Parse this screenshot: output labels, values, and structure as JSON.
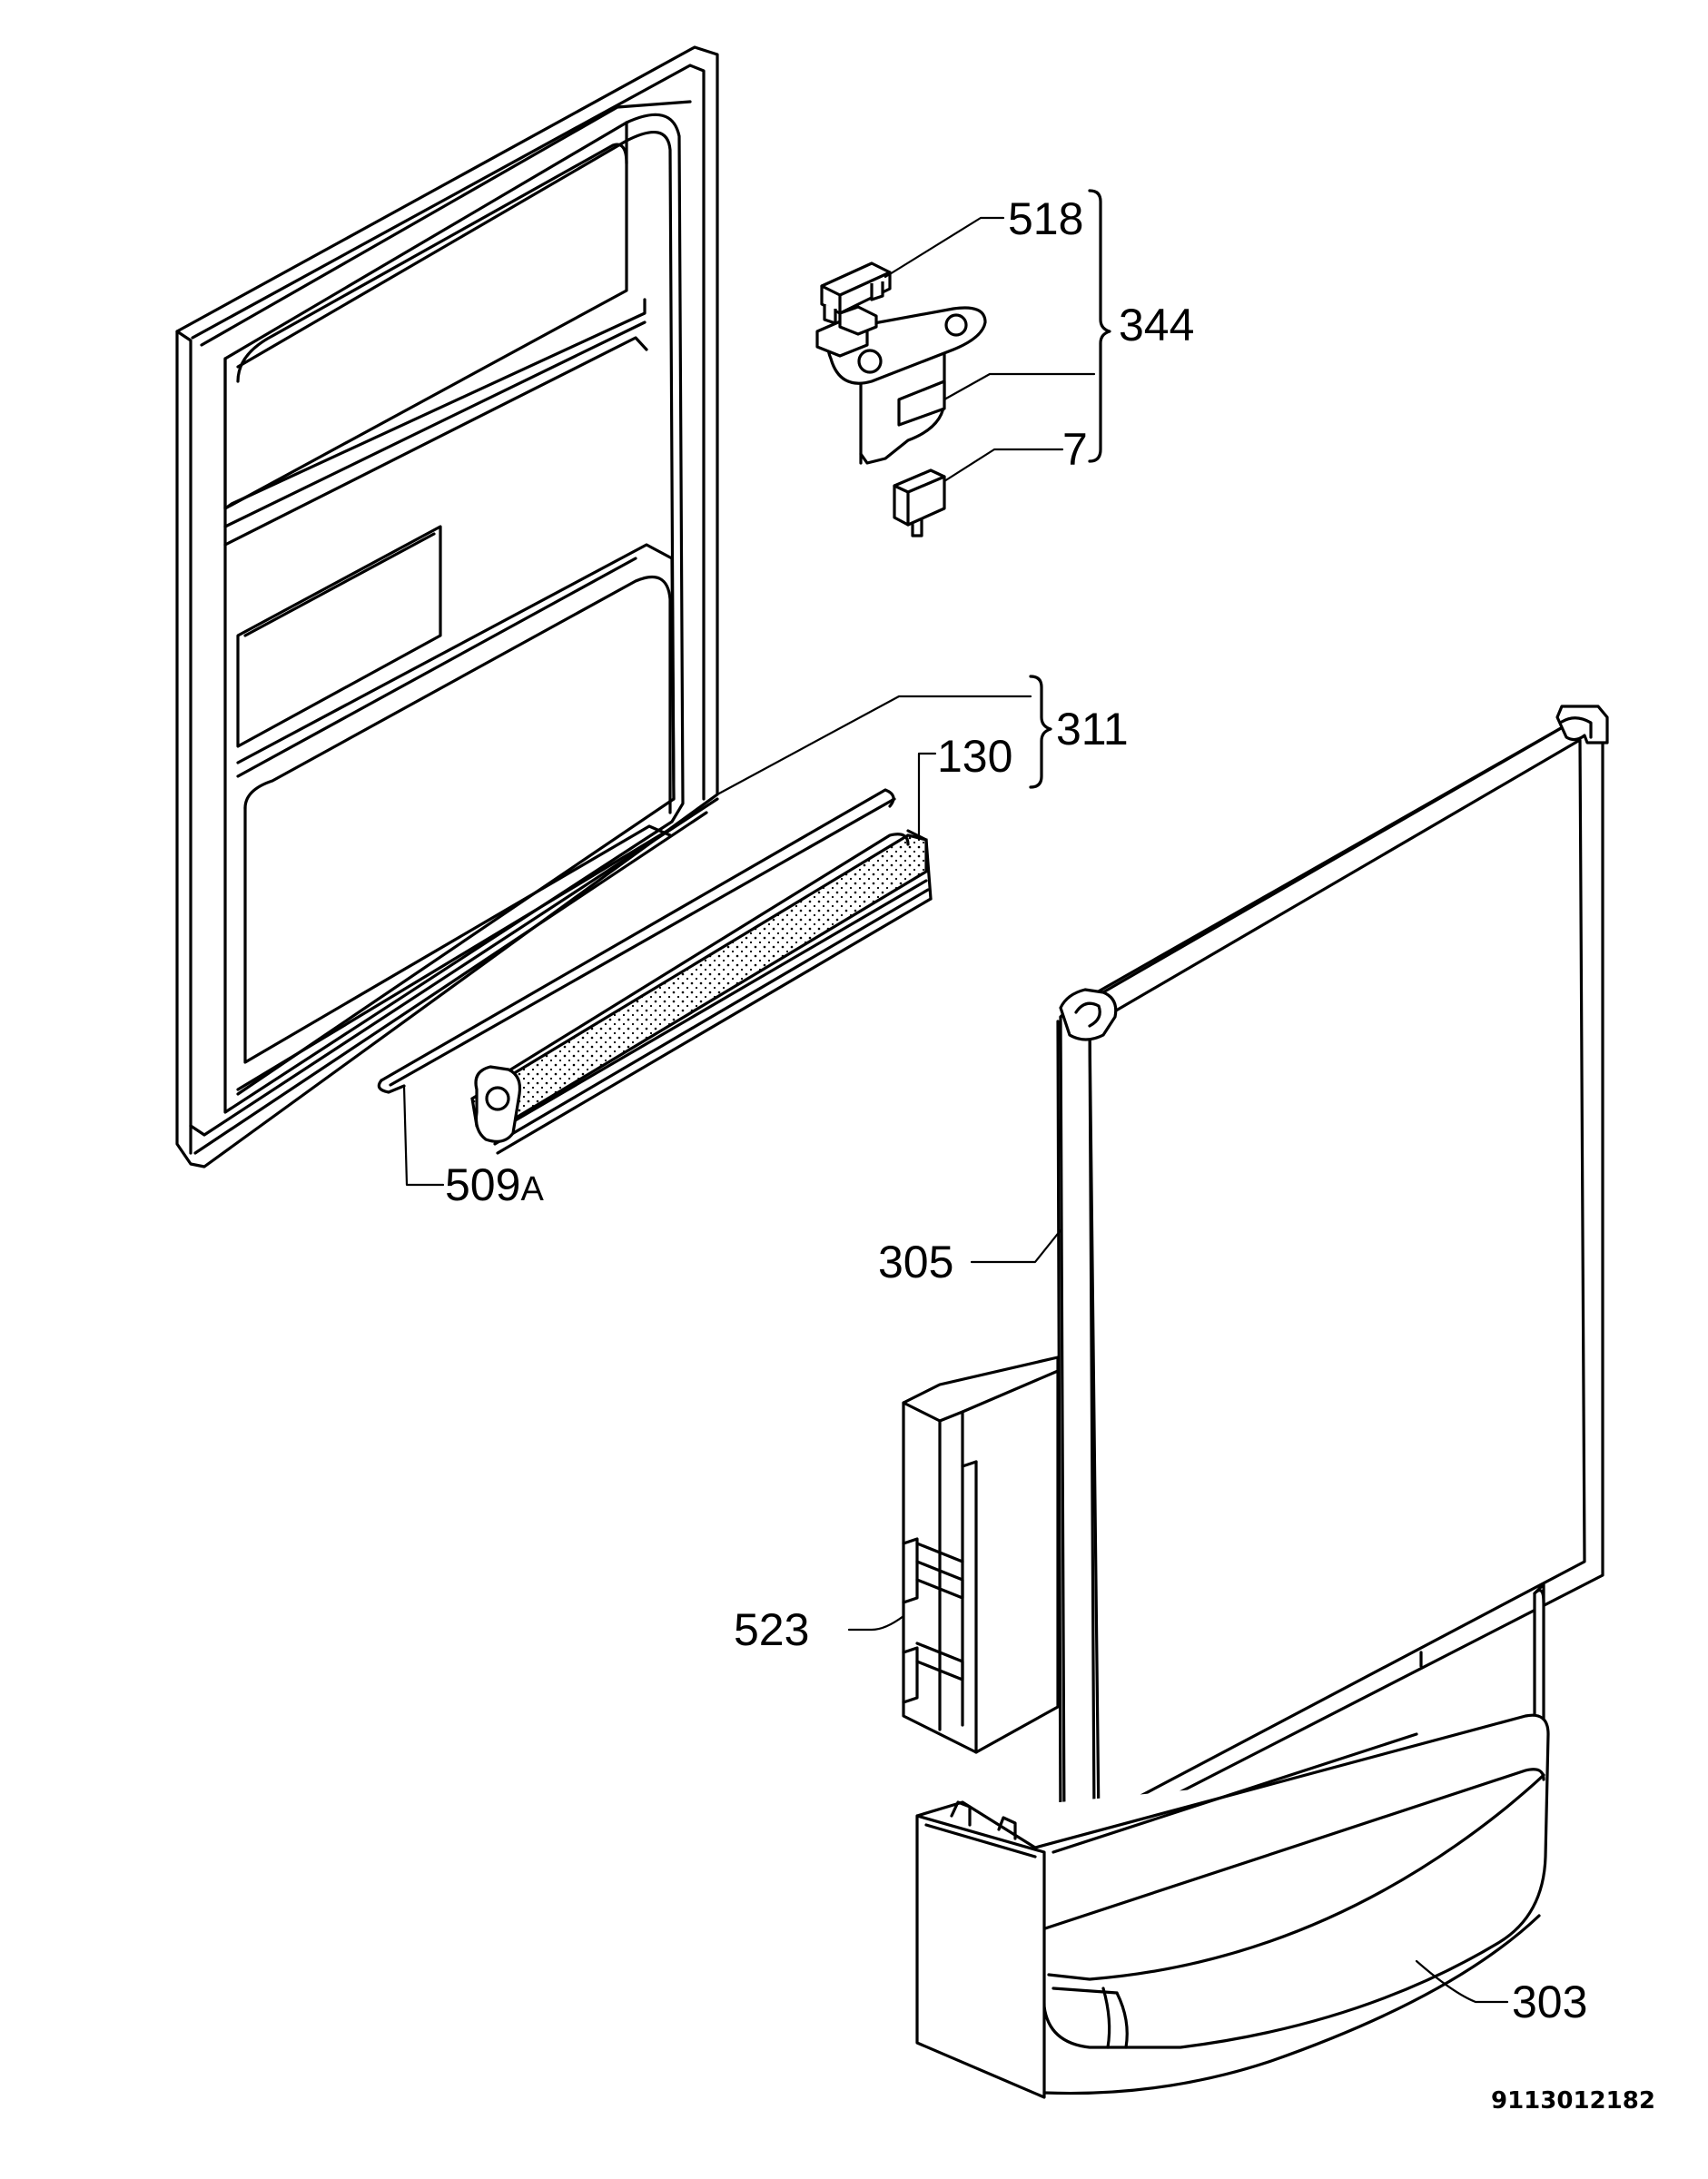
{
  "diagram": {
    "labels": {
      "p518": "518",
      "p344": "344",
      "p7": "7",
      "p311": "311",
      "p130": "130",
      "p509": "509",
      "p509_suffix": "A",
      "p305": "305",
      "p523": "523",
      "p303": "303"
    },
    "drawing_code": "9113012182"
  }
}
